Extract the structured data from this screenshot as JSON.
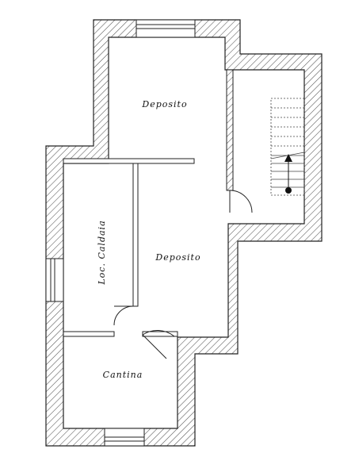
{
  "floor_plan": {
    "rooms": {
      "deposito_upper": {
        "label": "Deposito"
      },
      "deposito_center": {
        "label": "Deposito"
      },
      "locale_caldaia": {
        "label": "Loc. Caldaia"
      },
      "cantina": {
        "label": "Cantina"
      }
    },
    "colors": {
      "wall_hatch": "#555555",
      "wall_outline": "#222222",
      "background": "#ffffff"
    },
    "symbols": [
      "stair-up-arrow-icon",
      "stair-start-dot-icon",
      "door-swing-icon",
      "window-icon"
    ]
  }
}
